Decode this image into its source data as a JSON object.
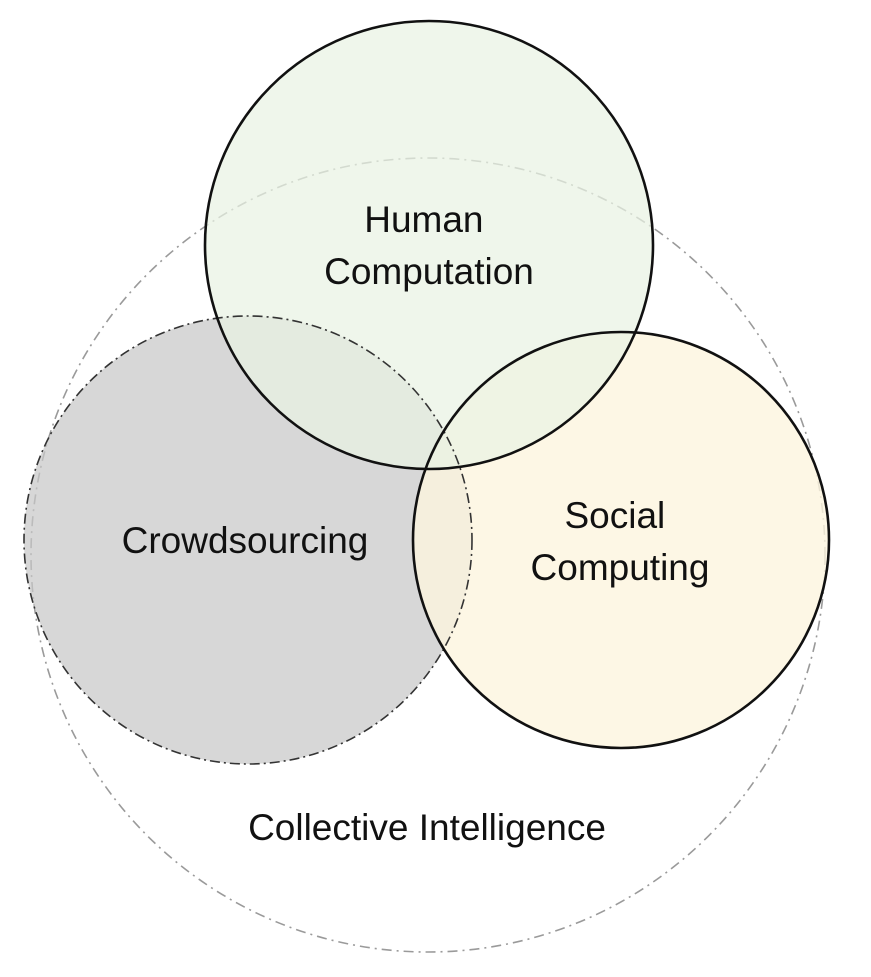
{
  "diagram": {
    "outer": {
      "label": "Collective Intelligence",
      "stroke": "#9a9a9a"
    },
    "circles": {
      "human_computation": {
        "lines": [
          "Human",
          "Computation"
        ],
        "fill": "#e9f2e3",
        "stroke": "#111111"
      },
      "crowdsourcing": {
        "lines": [
          "Crowdsourcing"
        ],
        "fill": "#c8c8c8",
        "stroke": "#333333"
      },
      "social_computing": {
        "lines": [
          "Social",
          "Computing"
        ],
        "fill": "#fdf5df",
        "stroke": "#111111"
      }
    }
  }
}
